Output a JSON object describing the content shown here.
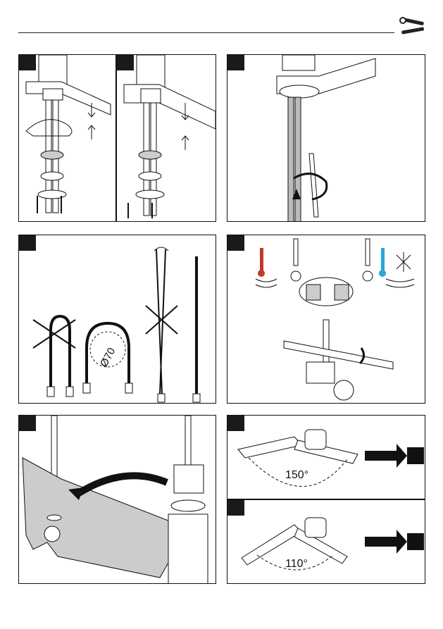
{
  "header": {
    "icon": "wrench-screwdriver-icon"
  },
  "panels": {
    "p4": {
      "pipe_diameter": "Ø70"
    },
    "p7": {
      "angle_label": "150°"
    },
    "p8": {
      "angle_label": "110°"
    }
  },
  "colors": {
    "hot": "#c0392b",
    "cold": "#2aa6d8",
    "tab": "#1a1a1a"
  }
}
